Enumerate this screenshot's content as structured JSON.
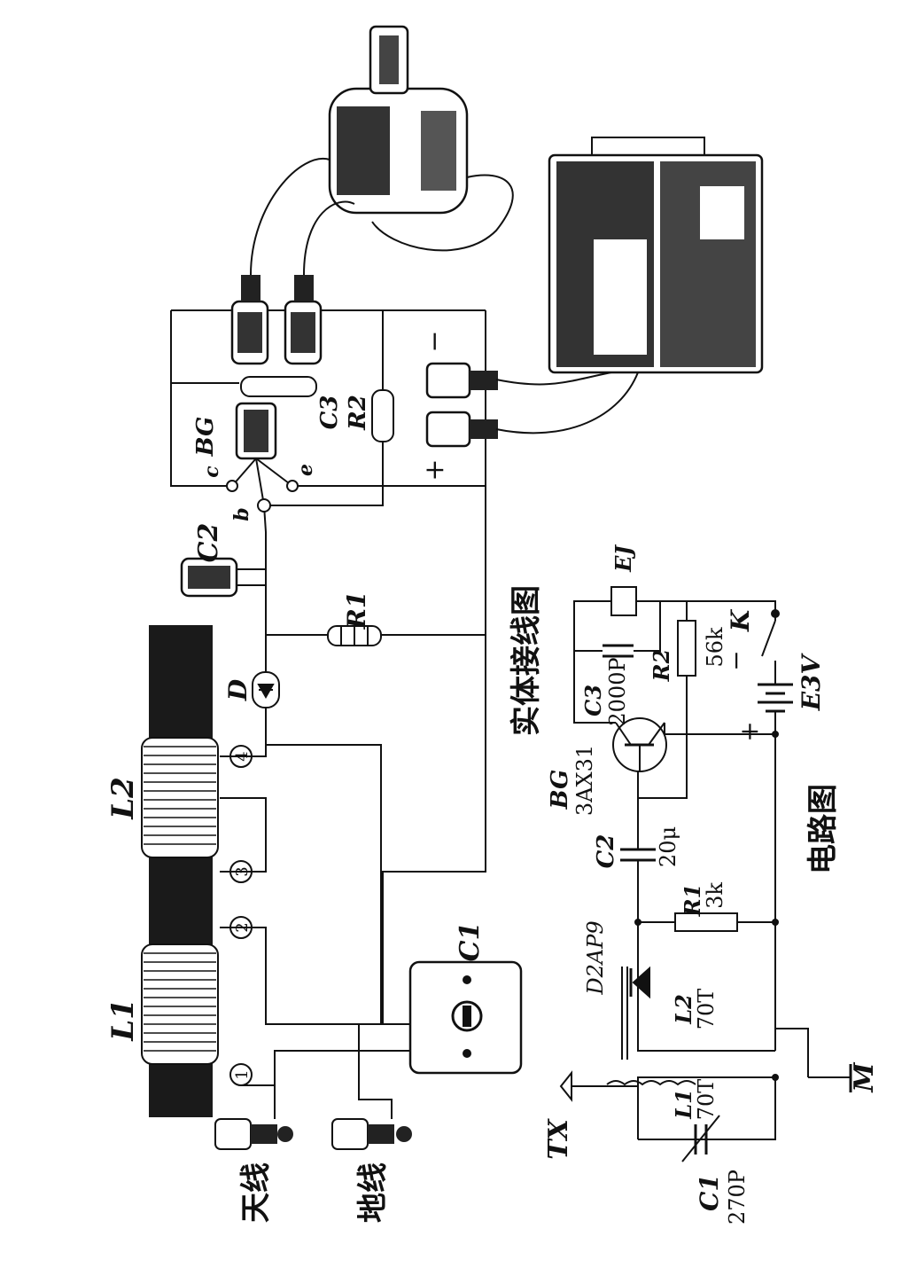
{
  "wiring_diagram": {
    "caption": "实体接线图",
    "antenna_label": "天线",
    "ground_label": "地线",
    "coil1_label": "L1",
    "coil2_label": "L2",
    "terminals": [
      "1",
      "2",
      "3",
      "4"
    ],
    "diode_label": "D",
    "resistor1_label": "R1",
    "capacitor2_label": "C2",
    "capacitor1_label": "C1",
    "transistor_label": "BG",
    "pin_c": "c",
    "pin_b": "b",
    "pin_e": "e",
    "capacitor3_label": "C3",
    "resistor2_label": "R2",
    "plus_sign": "+",
    "minus_sign": "−"
  },
  "schematic": {
    "caption": "电路图",
    "antenna_label": "TX",
    "ground_label": "M",
    "c1_label": "C1",
    "c1_value": "270P",
    "l1_label": "L1",
    "l1_value": "70T",
    "l2_label": "L2",
    "l2_value": "70T",
    "diode_label": "D2AP9",
    "r1_label": "R1",
    "r1_value": "3k",
    "c2_label": "C2",
    "c2_value": "20μ",
    "bg_label": "BG",
    "bg_model": "3AX31",
    "c3_label": "C3",
    "c3_value": "2000P",
    "r2_label": "R2",
    "r2_value": "56k",
    "earphone_label": "EJ",
    "switch_label": "K",
    "battery_label": "E3V",
    "plus_sign": "+",
    "minus_sign": "−"
  }
}
